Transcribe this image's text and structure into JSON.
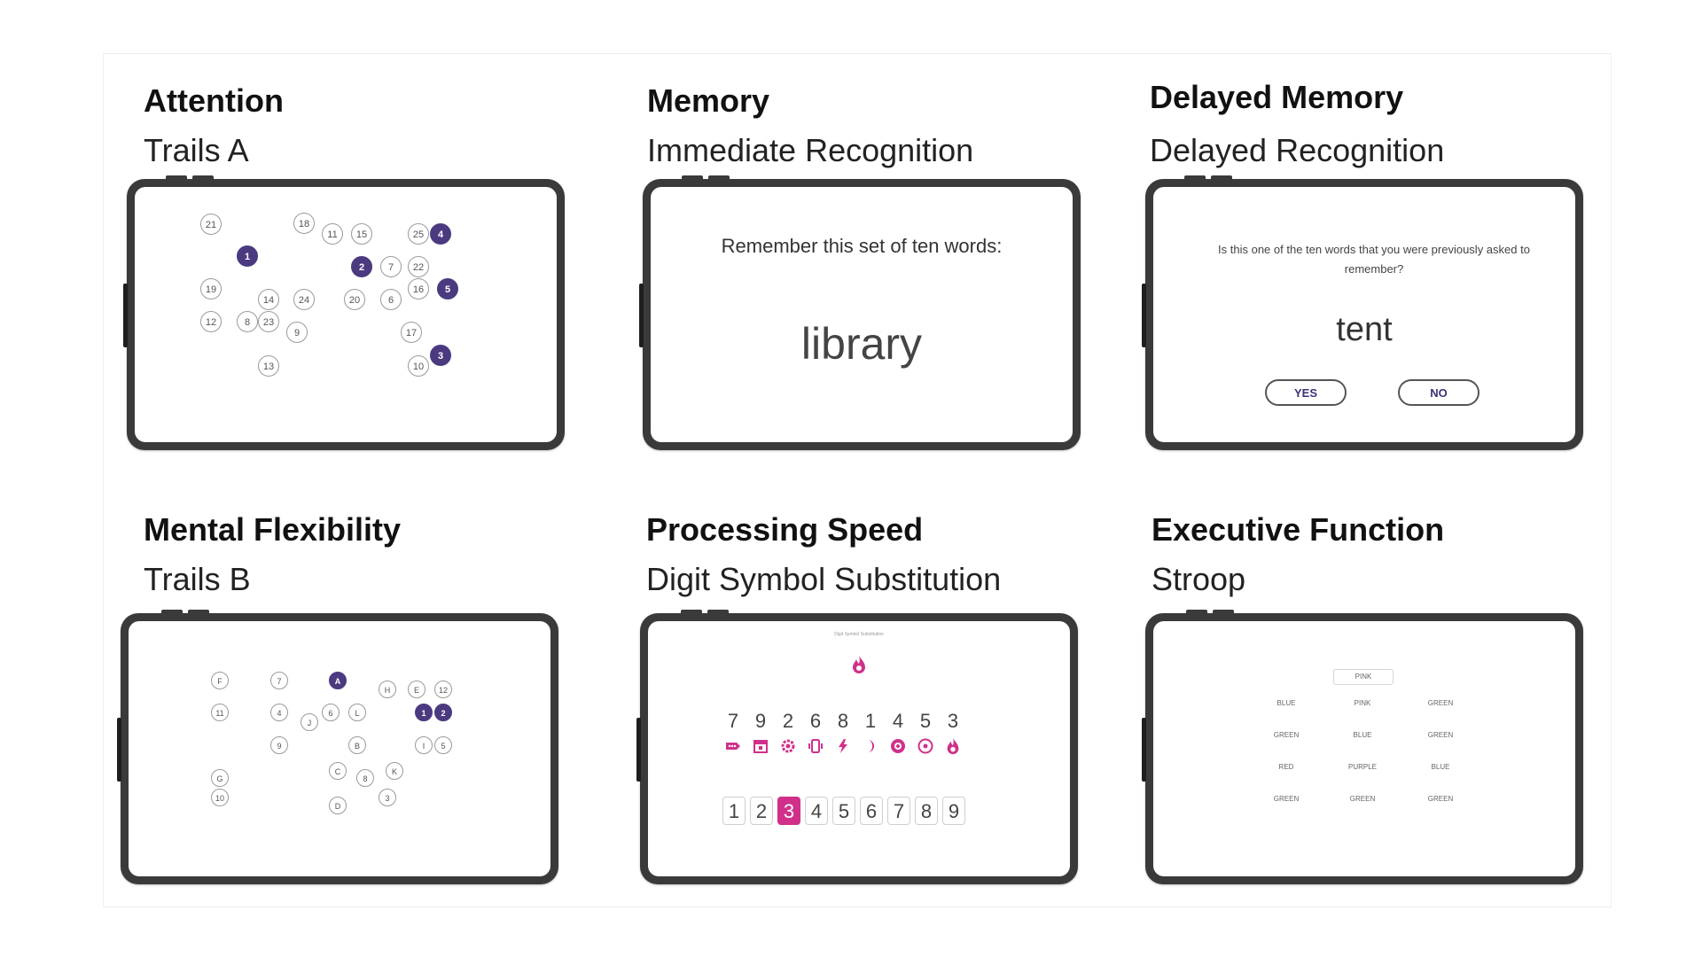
{
  "colors": {
    "trail_fill": "#4b3a80",
    "dss_accent": "#d0308a",
    "yes_no_text": "#3f3278"
  },
  "cells": [
    {
      "category": "Attention",
      "test": "Trails A"
    },
    {
      "category": "Memory",
      "test": "Immediate Recognition"
    },
    {
      "category": "Delayed Memory",
      "test": "Delayed Recognition"
    },
    {
      "category": "Mental Flexibility",
      "test": "Trails B"
    },
    {
      "category": "Processing Speed",
      "test": "Digit Symbol Substitution"
    },
    {
      "category": "Executive Function",
      "test": "Stroop"
    }
  ],
  "trails_a": {
    "nodes": [
      "21",
      "18",
      "11",
      "15",
      "25",
      "4",
      "1",
      "2",
      "7",
      "22",
      "19",
      "14",
      "24",
      "20",
      "6",
      "16",
      "5",
      "12",
      "8",
      "23",
      "9",
      "17",
      "3",
      "13",
      "10"
    ]
  },
  "memory": {
    "prompt": "Remember this set of ten words:",
    "word": "library"
  },
  "delayed": {
    "prompt": "Is this one of the ten words that you were previously asked to remember?",
    "word": "tent",
    "yes": "YES",
    "no": "NO"
  },
  "trails_b": {
    "nodes": [
      "F",
      "7",
      "A",
      "H",
      "E",
      "12",
      "11",
      "4",
      "J",
      "6",
      "L",
      "1",
      "2",
      "9",
      "B",
      "I",
      "5",
      "G",
      "C",
      "8",
      "K",
      "10",
      "D",
      "3"
    ]
  },
  "dss": {
    "header": "Digit Symbol Substitution",
    "target_symbol": "flame-icon",
    "digits": [
      "7",
      "9",
      "2",
      "6",
      "8",
      "1",
      "4",
      "5",
      "3"
    ],
    "symbols": [
      "tag-icon",
      "calendar-icon",
      "gear-icon",
      "phone-icon",
      "bolt-icon",
      "moon-icon",
      "flower-icon",
      "target-icon",
      "flame-icon"
    ],
    "keys": [
      "1",
      "2",
      "3",
      "4",
      "5",
      "6",
      "7",
      "8",
      "9"
    ],
    "selected_key": "3"
  },
  "stroop": {
    "target": "PINK",
    "rows": [
      [
        "BLUE",
        "PINK",
        "GREEN"
      ],
      [
        "GREEN",
        "BLUE",
        "GREEN"
      ],
      [
        "RED",
        "PURPLE",
        "BLUE"
      ],
      [
        "GREEN",
        "GREEN",
        "GREEN"
      ]
    ]
  }
}
